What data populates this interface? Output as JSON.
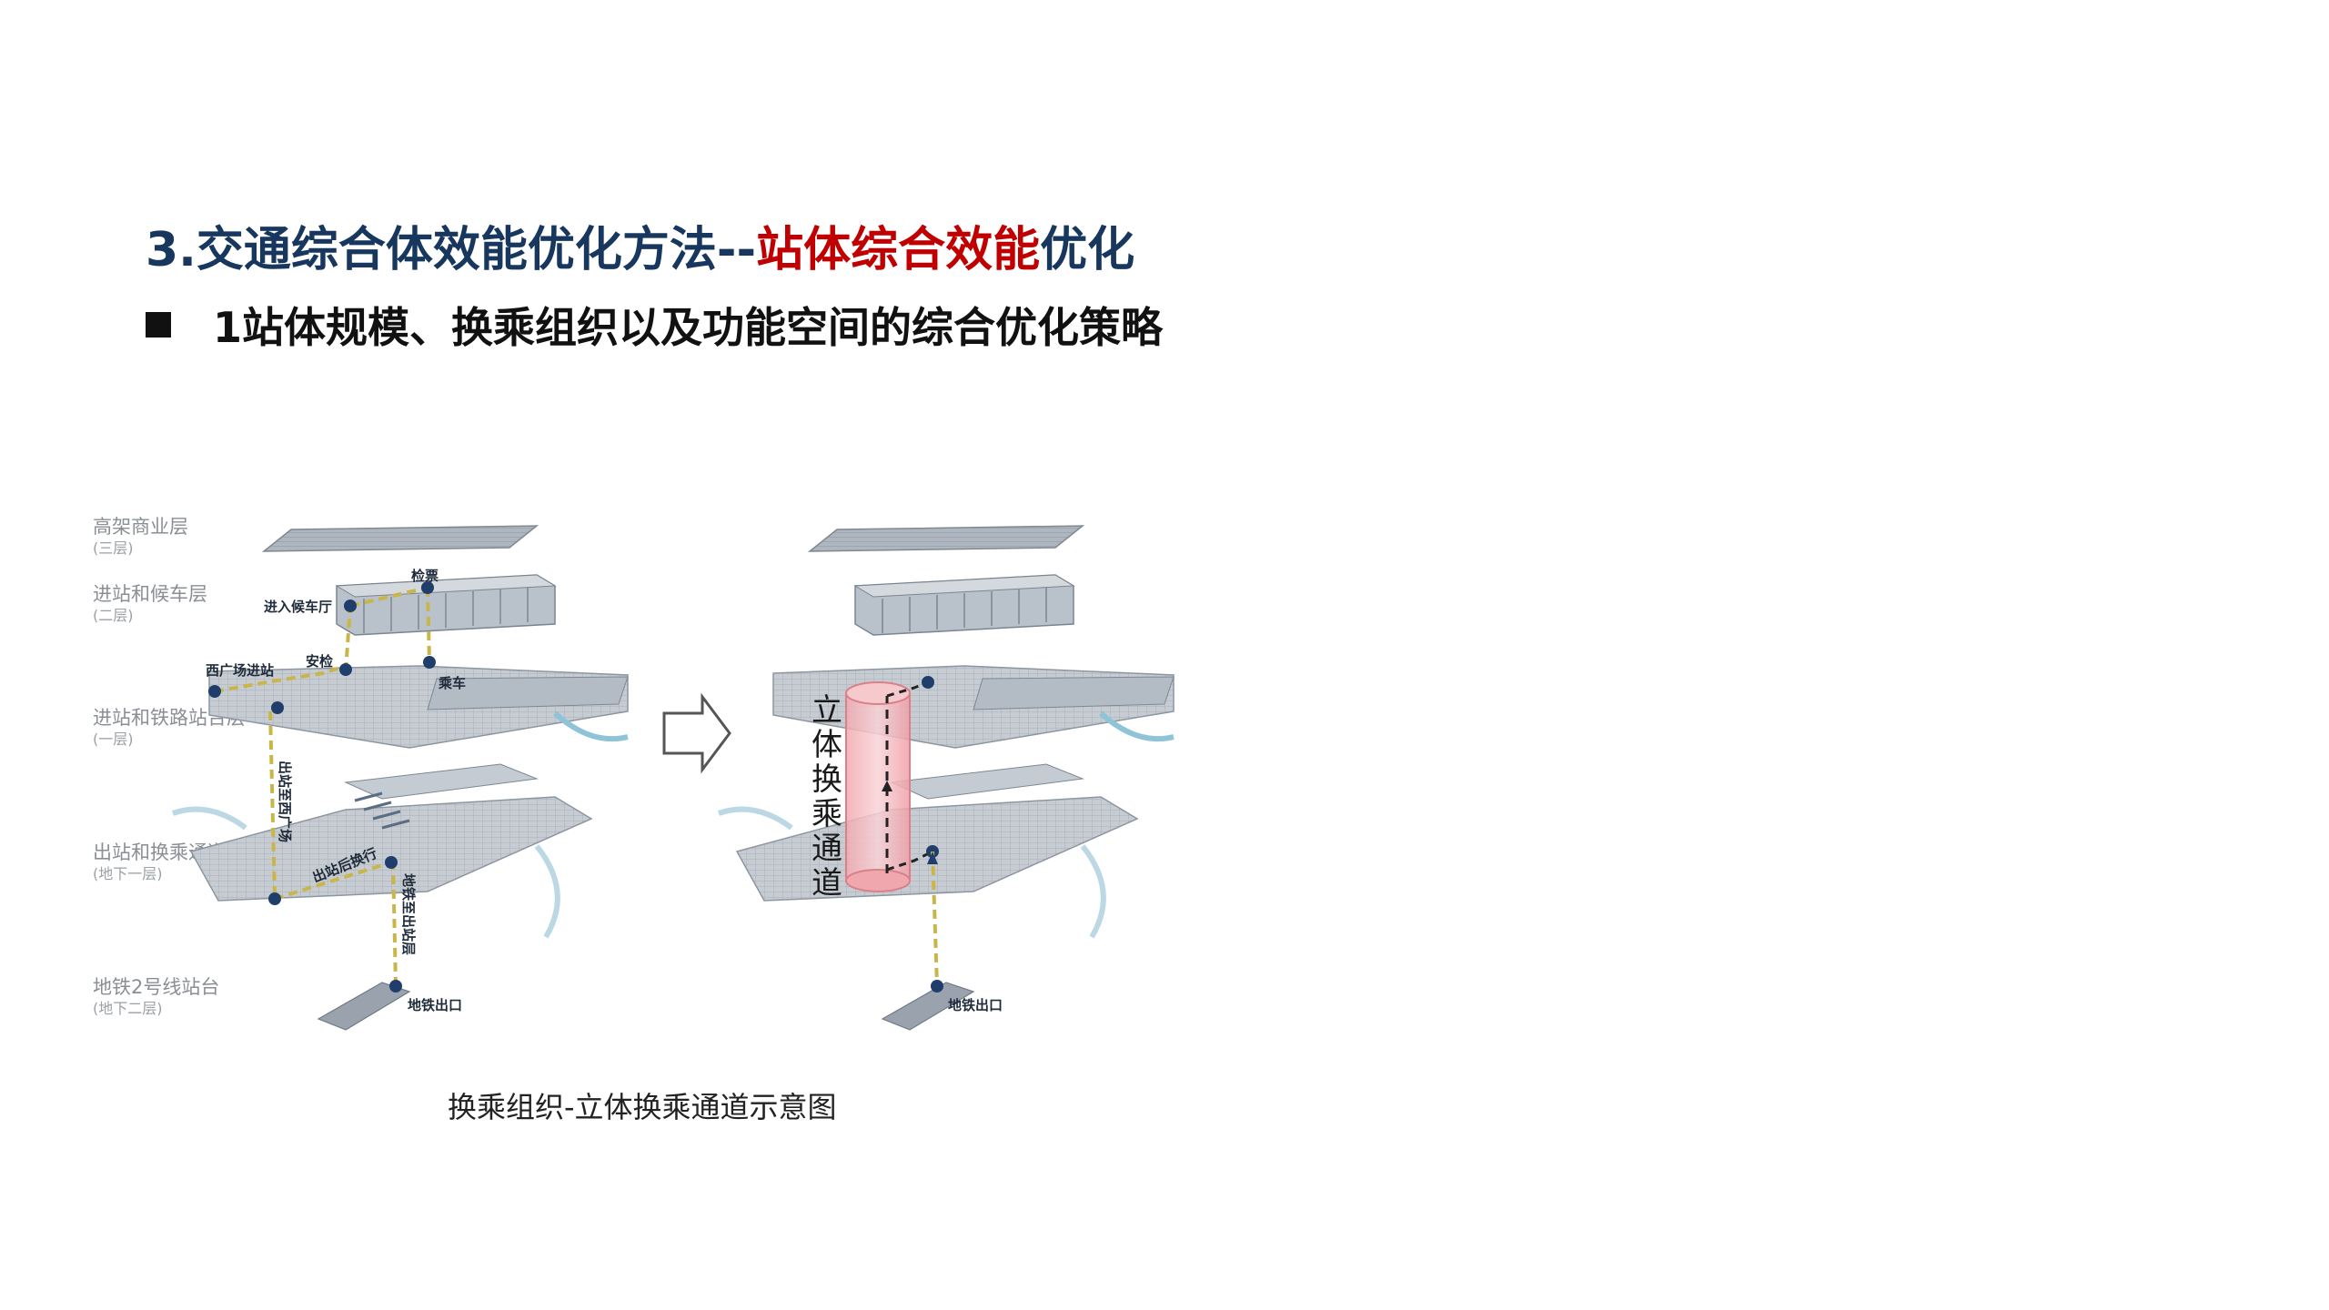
{
  "title": {
    "part1": "3.交通综合体效能优化方法--",
    "part2_red": "站体综合效能",
    "part3": "优化"
  },
  "subtitle": "1站体规模、换乘组织以及功能空间的综合优化策略",
  "figure": {
    "layers": [
      {
        "name": "高架商业层",
        "sub": "(三层)"
      },
      {
        "name": "进站和候车层",
        "sub": "(二层)"
      },
      {
        "name": "进站和铁路站台层",
        "sub": "(一层)"
      },
      {
        "name": "出站和换乘通道层",
        "sub": "(地下一层)"
      },
      {
        "name": "地铁2号线站台",
        "sub": "(地下二层)"
      }
    ],
    "left_labels": {
      "check_ticket": "检票",
      "enter_waiting": "进入候车厅",
      "west_plaza_enter": "西广场进站",
      "security": "安检",
      "board": "乘车",
      "exit_to_west_plaza": "出站至西广场",
      "exit_transfer": "出站后换行",
      "metro_to_exit": "地铁至出站层",
      "metro_exit": "地铁出口"
    },
    "right_labels": {
      "vertical_channel": "立体换乘通道",
      "metro_exit": "地铁出口"
    },
    "colors": {
      "path": "#c9b64a",
      "node": "#1f3e6b",
      "channel_fill": "#f4b8bd",
      "channel_stroke": "#d98088"
    }
  },
  "caption": "换乘组织-立体换乘通道示意图"
}
